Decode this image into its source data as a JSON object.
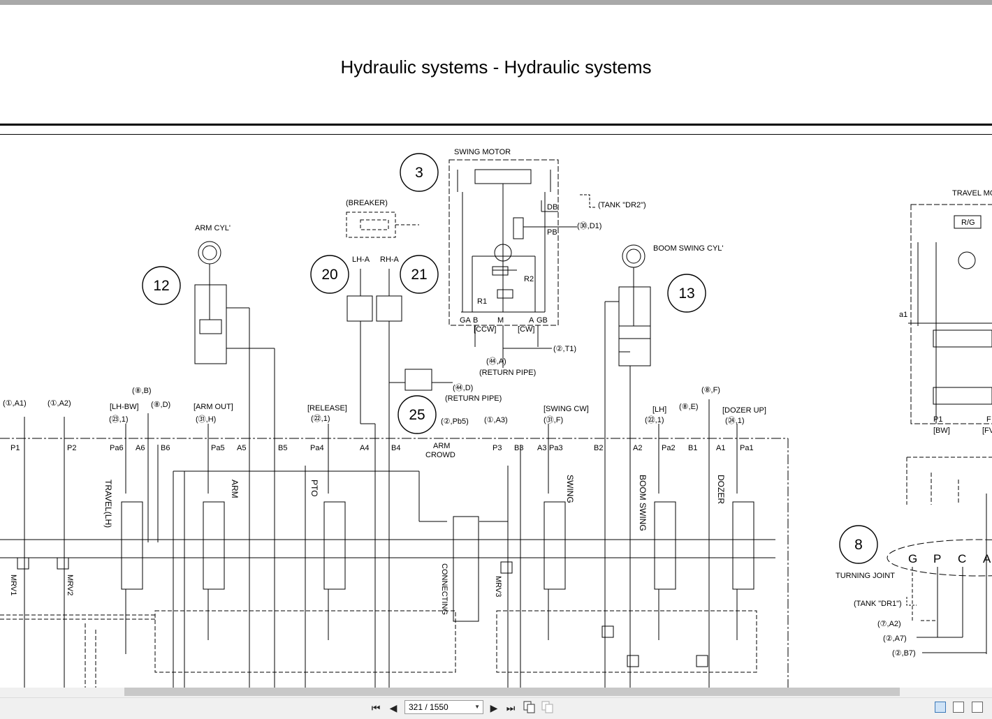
{
  "document": {
    "title": "Hydraulic systems - Hydraulic systems"
  },
  "schematic": {
    "callouts": [
      "3",
      "12",
      "20",
      "21",
      "13",
      "25",
      "8"
    ],
    "component_labels": {
      "swing_motor": "SWING MOTOR",
      "breaker": "(BREAKER)",
      "arm_cyl": "ARM CYL'",
      "boom_swing_cyl": "BOOM SWING CYL'",
      "travel_motor": "TRAVEL MO",
      "turning_joint": "TURNING JOINT",
      "lh_a": "LH-A",
      "rh_a": "RH-A",
      "tank_dr2": "(TANK \"DR2\")",
      "tank_dr1": "(TANK \"DR1\")",
      "return_pipe": "(RETURN PIPE)",
      "return_pipe_2": "(RETURN PIPE)",
      "rg": "R/G",
      "a1": "a1",
      "mrv1": "MRV1",
      "mrv2": "MRV2",
      "mrv3": "MRV3",
      "connecting": "CONNECTING",
      "arm_crowd_1": "ARM",
      "arm_crowd_2": "CROWD"
    },
    "motor_ports": [
      "DB",
      "PB",
      "R1",
      "R2",
      "GA",
      "B",
      "M",
      "A",
      "GB",
      "[CCW]",
      "[CW]"
    ],
    "refs": [
      "(①,A1)",
      "(①,A2)",
      "(⑧,B)",
      "[LH-BW]",
      "(㉓,1)",
      "(⑧,D)",
      "[ARM OUT]",
      "(㉛,H)",
      "[RELEASE]",
      "(㉒,1)",
      "(②,Pb5)",
      "(①,A3)",
      "[SWING CW]",
      "(㉛,F)",
      "[LH]",
      "(㉒,1)",
      "(⑧,E)",
      "(⑧,F)",
      "[DOZER UP]",
      "(㉔,1)",
      "(㉚,D1)",
      "(②,T1)",
      "(㊹,A)",
      "(㊹,D)",
      "(⑦,A2)",
      "(②,A7)",
      "(②,B7)",
      "[BW]",
      "[FV",
      "P1",
      "F"
    ],
    "ports_row": [
      "P1",
      "P2",
      "Pa6",
      "A6",
      "B6",
      "Pa5",
      "A5",
      "B5",
      "Pa4",
      "A4",
      "B4",
      "P3",
      "B3",
      "A3",
      "Pa3",
      "B2",
      "A2",
      "Pa2",
      "B1",
      "A1",
      "Pa1"
    ],
    "spool_labels": [
      "TRAVEL(LH)",
      "ARM",
      "PTO",
      "SWING",
      "BOOM SWING",
      "DOZER"
    ],
    "joint_ports": [
      "G",
      "P",
      "C",
      "A"
    ]
  },
  "viewer": {
    "page_indicator": "321 / 1550",
    "buttons": {
      "first": "⏮",
      "prev": "◀",
      "next": "▶",
      "last": "⏭"
    }
  }
}
